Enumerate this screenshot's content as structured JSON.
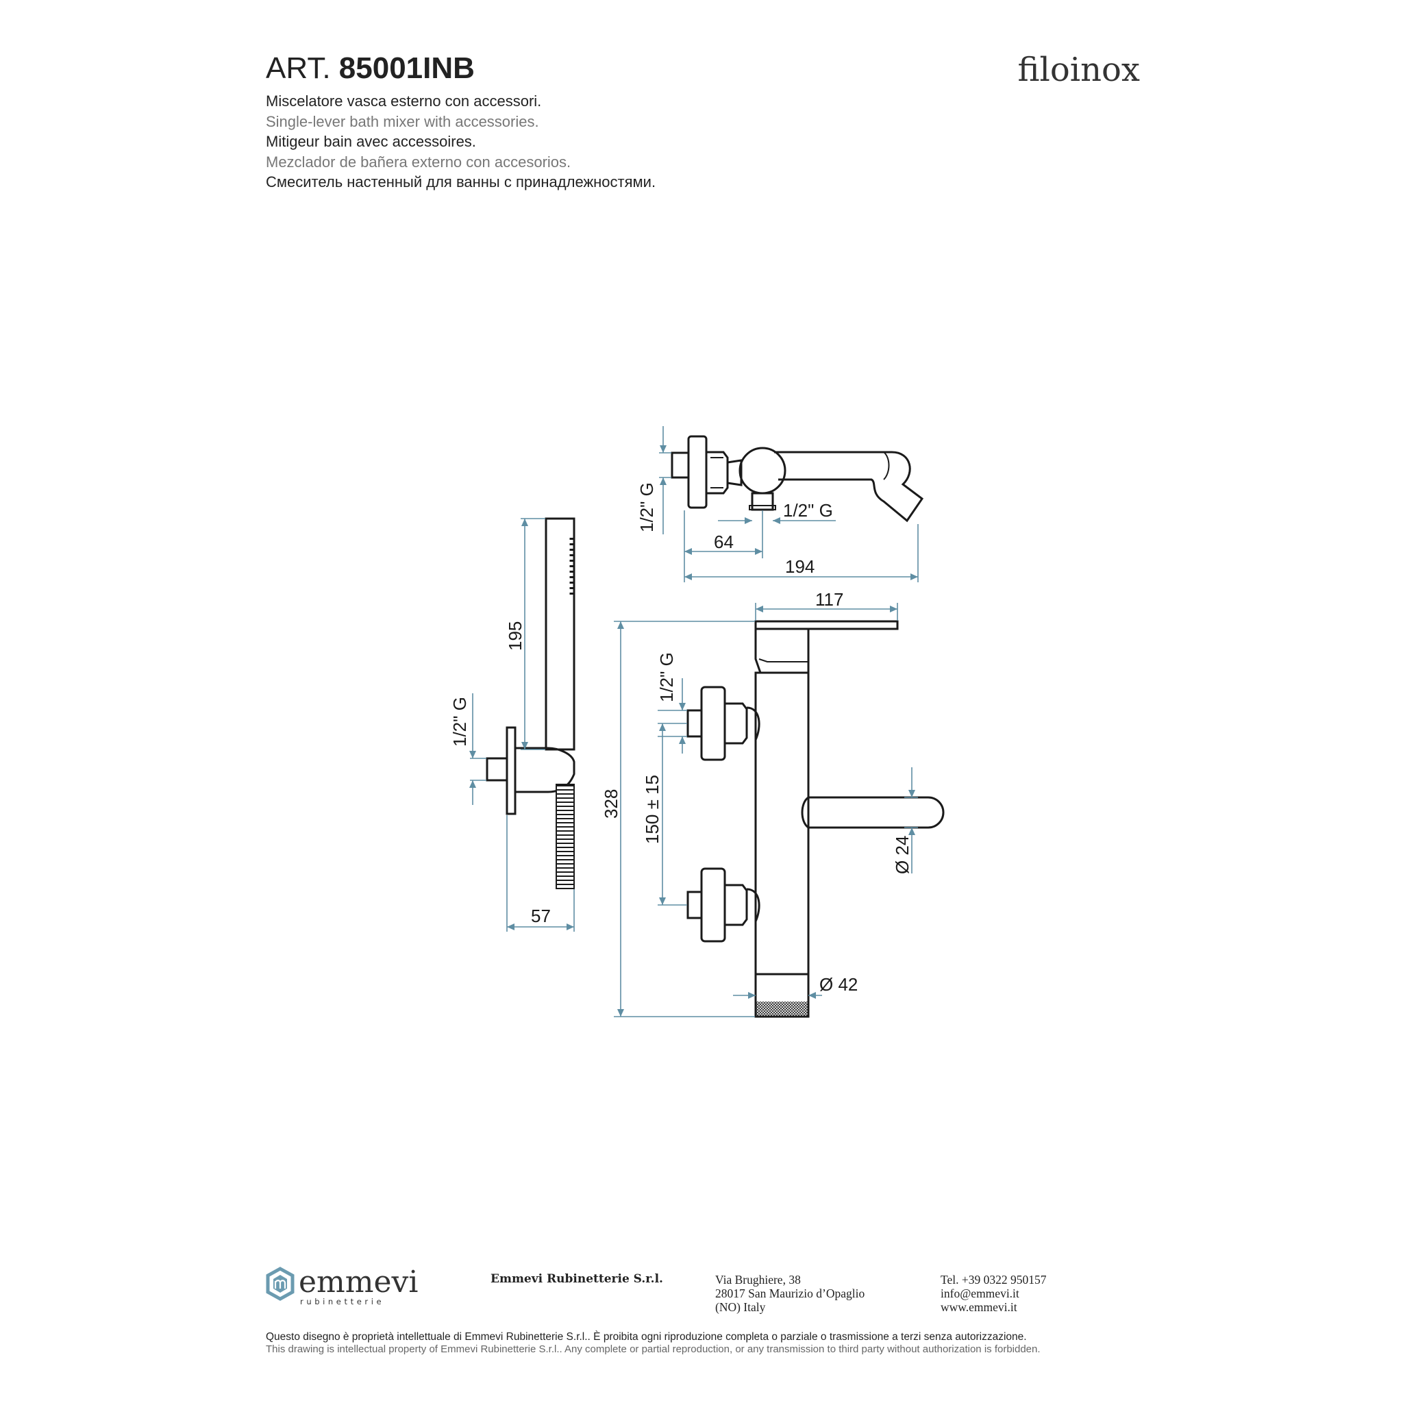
{
  "header": {
    "art_prefix": "ART.",
    "art_code": "85001INB",
    "brand": "filoinox",
    "descriptions": {
      "it": "Miscelatore vasca esterno con accessori.",
      "en": "Single-lever bath mixer with accessories.",
      "fr": "Mitigeur bain avec accessoires.",
      "es": "Mezclador de bañera externo con accesorios.",
      "ru": "Смеситель настенный для ванны с принадлежностями."
    }
  },
  "dimensions": {
    "top_view": {
      "thread_side": "1/2\" G",
      "thread_bottom": "1/2\" G",
      "offset_64": "64",
      "length_194": "194"
    },
    "hand_shower": {
      "height_195": "195",
      "thread": "1/2\" G",
      "depth_57": "57"
    },
    "front_view": {
      "width_117": "117",
      "height_328": "328",
      "thread": "1/2\" G",
      "centres": "150 ± 15",
      "spout_diameter": "Ø 24",
      "body_diameter": "Ø 42"
    }
  },
  "footer": {
    "logo_word": "emmevi",
    "logo_sub": "rubinetterie",
    "company": "Emmevi Rubinetterie S.r.l.",
    "address": [
      "Via Brughiere, 38",
      "28017 San Maurizio d’Opaglio",
      "(NO) Italy"
    ],
    "contacts": [
      "Tel. +39 0322 950157",
      "info@emmevi.it",
      "www.emmevi.it"
    ],
    "legal_it": "Questo disegno è proprietà intellettuale di Emmevi Rubinetterie S.r.l.. È proibita ogni riproduzione completa o parziale o trasmissione a terzi senza autorizzazione.",
    "legal_en": "This drawing is intellectual property of Emmevi Rubinetterie S.r.l.. Any complete or partial reproduction, or any transmission to third party without authorization is forbidden."
  },
  "colors": {
    "dimension_lines": "#5f8ea3",
    "drawing_ink": "#1a1a1a",
    "logo": "#6b9bb0"
  }
}
